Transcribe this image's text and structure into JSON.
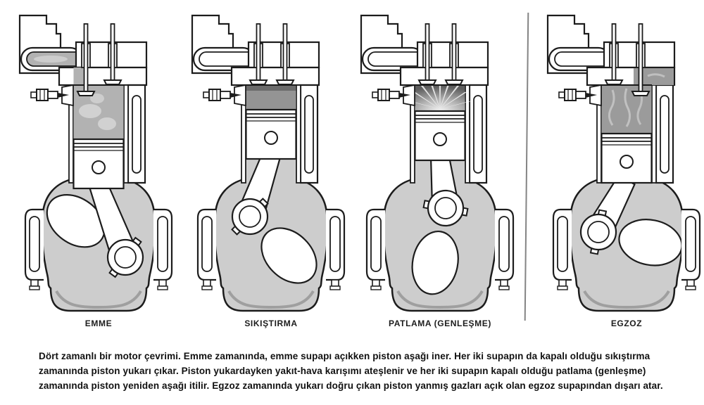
{
  "page": {
    "kind": "book-figure",
    "background": "#ffffff",
    "subject": "four-stroke engine cycle"
  },
  "figure": {
    "engines": [
      {
        "id": "emme",
        "label": "EMME",
        "stroke_name": "intake",
        "intake_valve": "open",
        "exhaust_valve": "closed",
        "piston_motion": "down",
        "cylinder_content": "fuel-air mixture entering"
      },
      {
        "id": "sikistirma",
        "label": "SIKIŞTIRMA",
        "stroke_name": "compression",
        "intake_valve": "closed",
        "exhaust_valve": "closed",
        "piston_motion": "up",
        "cylinder_content": "compressed mixture"
      },
      {
        "id": "patlama",
        "label": "PATLAMA (GENLEŞME)",
        "stroke_name": "power",
        "intake_valve": "closed",
        "exhaust_valve": "closed",
        "piston_motion": "down",
        "cylinder_content": "ignited mixture exploding"
      },
      {
        "id": "egzoz",
        "label": "EGZOZ",
        "stroke_name": "exhaust",
        "intake_valve": "closed",
        "exhaust_valve": "open",
        "piston_motion": "up",
        "cylinder_content": "burnt gases exiting"
      }
    ]
  },
  "caption": {
    "text": "Dört zamanlı bir motor çevrimi. Emme zamanında, emme supapı açıkken piston aşağı iner. Her iki supapın da kapalı olduğu sıkıştırma zamanında piston yukarı çıkar. Piston yukardayken yakıt-hava karışımı ateşlenir ve her iki supapın kapalı olduğu patlama (genleşme) zamanında piston yeniden aşağı itilir. Egzoz zamanında yukarı doğru çıkan piston yanmış gazları açık olan egzoz supapından dışarı atar."
  },
  "colors": {
    "line": "#1c1c1c",
    "crankcase_gray": "#cdcdcd",
    "mixture_gray": "#b2b2b2",
    "compressed_gray": "#949494",
    "compressed_top_band": "#6b6b6b",
    "exhaust_gray": "#9b9b9b",
    "divider": "#6e6e6e"
  }
}
